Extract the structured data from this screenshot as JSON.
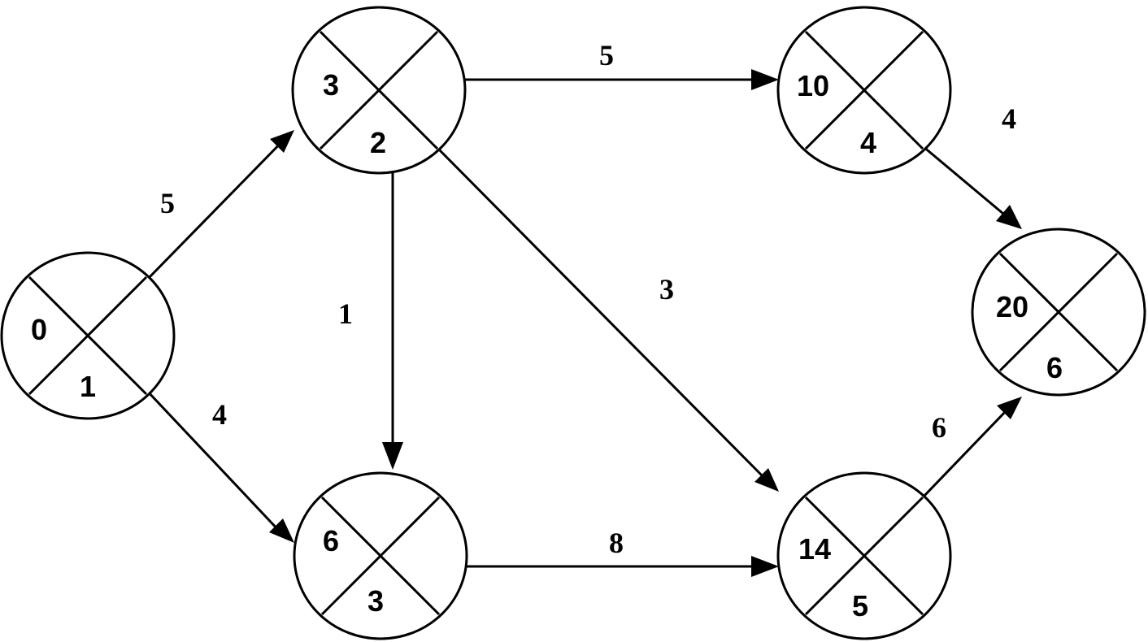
{
  "nodes": [
    {
      "id": "n0",
      "left": "0",
      "bottom": "1"
    },
    {
      "id": "n1",
      "left": "3",
      "bottom": "2"
    },
    {
      "id": "n2",
      "left": "6",
      "bottom": "3"
    },
    {
      "id": "n3",
      "left": "10",
      "bottom": "4"
    },
    {
      "id": "n4",
      "left": "14",
      "bottom": "5"
    },
    {
      "id": "n5",
      "left": "20",
      "bottom": "6"
    }
  ],
  "edges": [
    {
      "from": "n0",
      "to": "n1",
      "weight": "5"
    },
    {
      "from": "n0",
      "to": "n2",
      "weight": "4"
    },
    {
      "from": "n1",
      "to": "n2",
      "weight": "1"
    },
    {
      "from": "n1",
      "to": "n3",
      "weight": "5"
    },
    {
      "from": "n1",
      "to": "n4",
      "weight": "3"
    },
    {
      "from": "n2",
      "to": "n4",
      "weight": "8"
    },
    {
      "from": "n3",
      "to": "n5",
      "weight": "4"
    },
    {
      "from": "n4",
      "to": "n5",
      "weight": "6"
    }
  ],
  "colors": {
    "stroke": "#000000",
    "background": "#ffffff"
  }
}
